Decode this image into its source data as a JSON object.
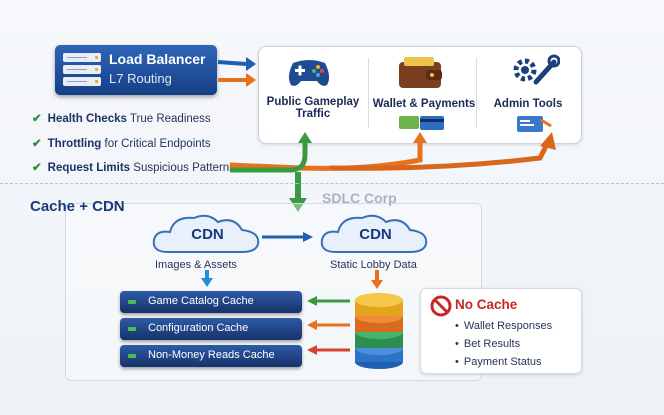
{
  "load_balancer": {
    "title": "Load Balancer",
    "subtitle": "L7 Routing"
  },
  "checks": [
    {
      "bold": "Health Checks",
      "text": "True Readiness"
    },
    {
      "bold": "Throttling",
      "text": "for Critical Endpoints"
    },
    {
      "bold": "Request Limits",
      "text": "Suspicious Patterns"
    }
  ],
  "traffic_panel": {
    "items": [
      {
        "label_line1": "Public Gameplay",
        "label_line2": "Traffic",
        "icon": "gamepad-icon"
      },
      {
        "label_line1": "Wallet & Payments",
        "label_line2": "",
        "icon": "wallet-icon"
      },
      {
        "label_line1": "Admin Tools",
        "label_line2": "",
        "icon": "gear-wrench-icon"
      }
    ]
  },
  "watermark": "SDLC Corp",
  "cache_section": {
    "title": "Cache + CDN",
    "cdn_left": {
      "label": "CDN",
      "caption": "Images & Assets"
    },
    "cdn_right": {
      "label": "CDN",
      "caption": "Static Lobby Data"
    },
    "caches": [
      "Game Catalog Cache",
      "Configuration Cache",
      "Non-Money Reads Cache"
    ]
  },
  "no_cache": {
    "title": "No Cache",
    "items": [
      "Wallet Responses",
      "Bet Results",
      "Payment Status"
    ]
  },
  "colors": {
    "navy": "#163f86",
    "blue_arrow": "#1f5fb0",
    "orange_arrow": "#e8711c",
    "green_arrow": "#3a9a3f",
    "red": "#c62828"
  }
}
